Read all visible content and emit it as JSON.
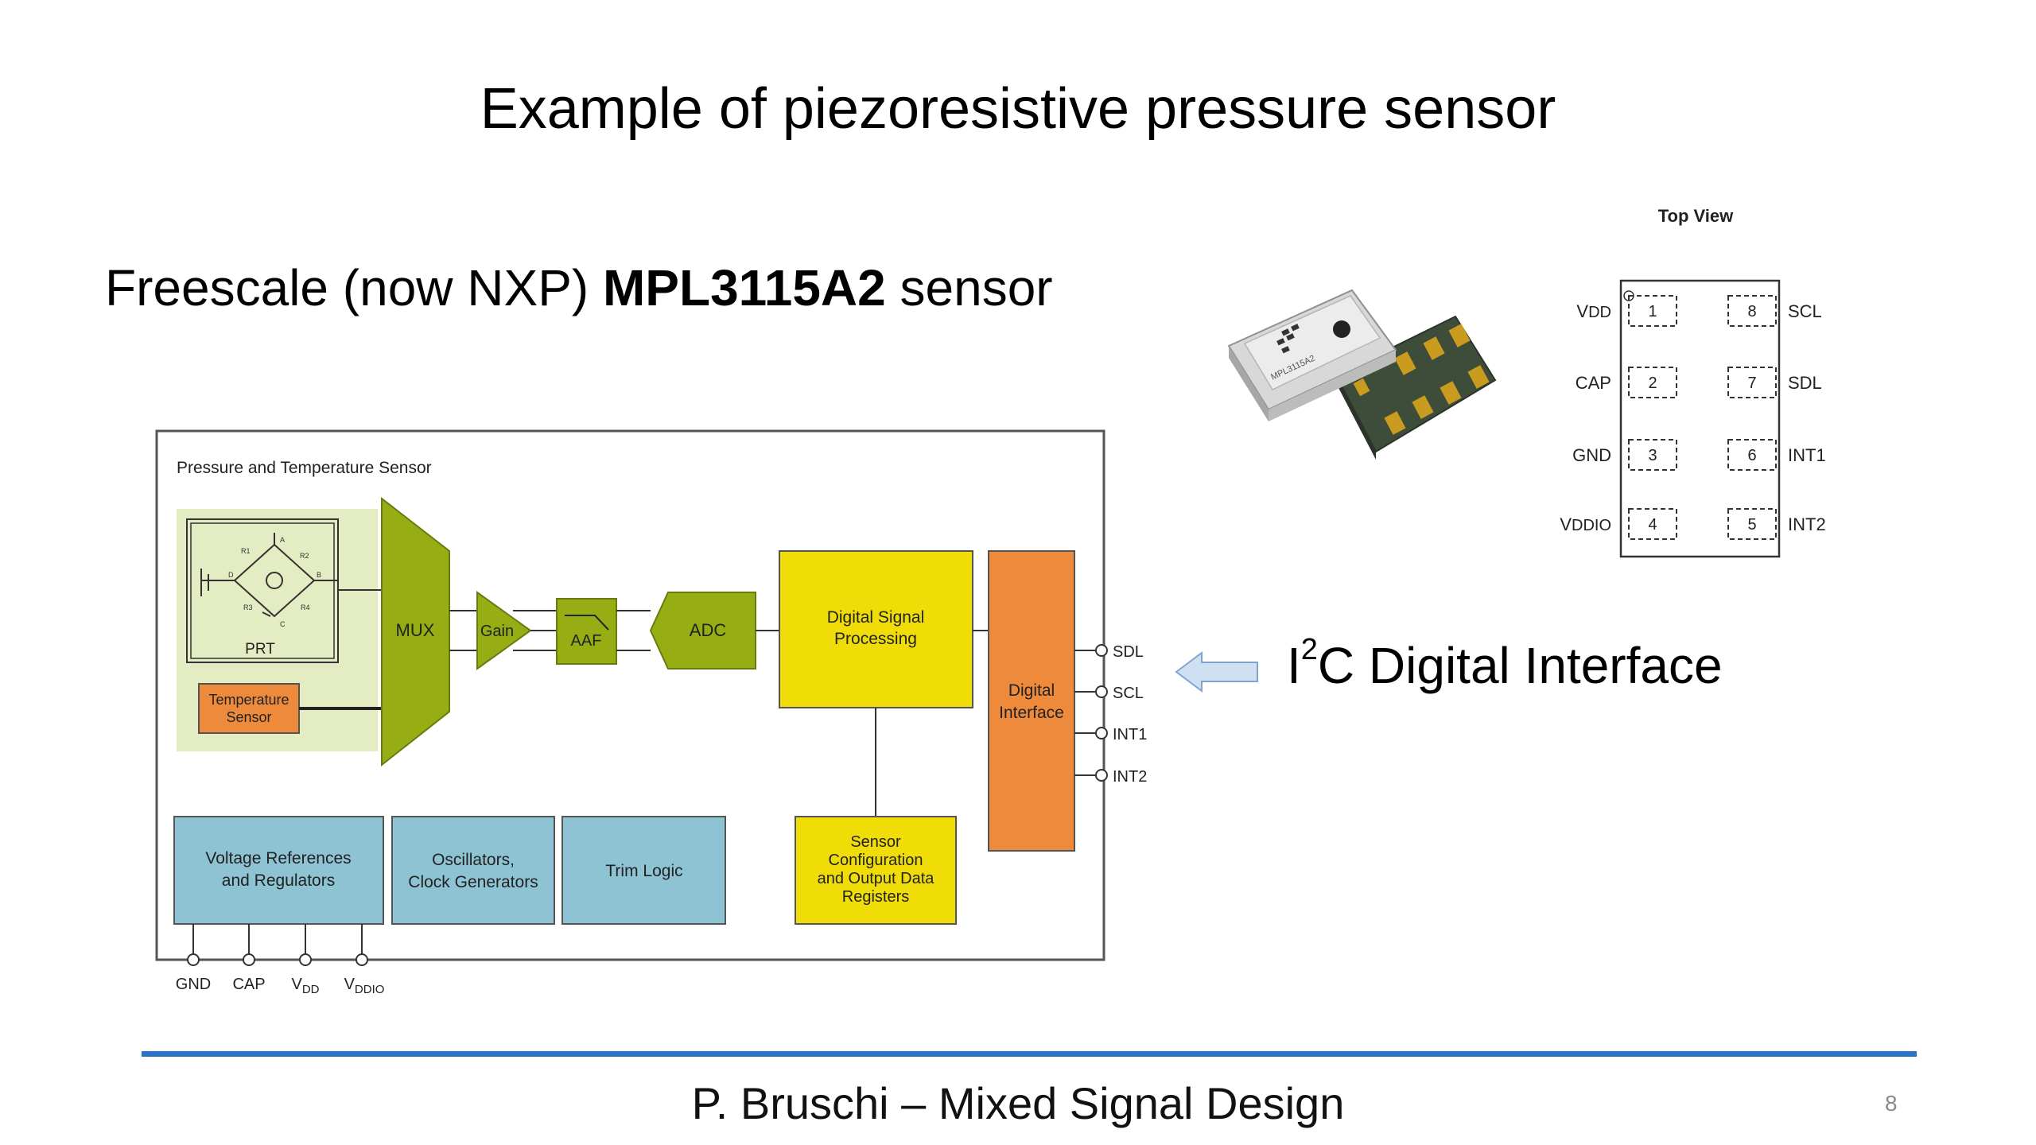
{
  "slide": {
    "title": "Example of piezoresistive pressure sensor",
    "subtitle_prefix": "Freescale (now NXP) ",
    "subtitle_bold": "MPL3115A2",
    "subtitle_suffix": " sensor",
    "i2c_prefix": "I",
    "i2c_sup": "2",
    "i2c_suffix": "C Digital Interface",
    "footer": "P. Bruschi – Mixed Signal Design",
    "page_number": "8"
  },
  "block_diagram": {
    "frame_title": "Pressure and Temperature Sensor",
    "prt_label": "PRT",
    "bridge_letters": [
      "R1",
      "R2",
      "R3",
      "R4",
      "A",
      "B",
      "C",
      "D"
    ],
    "temp_sensor": [
      "Temperature",
      "Sensor"
    ],
    "mux": "MUX",
    "gain": "Gain",
    "aaf": "AAF",
    "adc": "ADC",
    "dsp": [
      "Digital Signal",
      "Processing"
    ],
    "digital_interface": [
      "Digital",
      "Interface"
    ],
    "voltage_refs": [
      "Voltage References",
      "and Regulators"
    ],
    "oscillators": [
      "Oscillators,",
      "Clock Generators"
    ],
    "trim_logic": "Trim Logic",
    "sensor_config": [
      "Sensor",
      "Configuration",
      "and Output Data",
      "Registers"
    ],
    "pins_right": [
      "SDL",
      "SCL",
      "INT1",
      "INT2"
    ],
    "pins_bottom": [
      {
        "main": "GND",
        "sub": ""
      },
      {
        "main": "CAP",
        "sub": ""
      },
      {
        "main": "V",
        "sub": "DD"
      },
      {
        "main": "V",
        "sub": "DDIO"
      }
    ]
  },
  "chip_photo": {
    "marking": "MPL3115A2"
  },
  "pinout": {
    "title": "Top View",
    "left": [
      {
        "num": "1",
        "main": "V",
        "sub": "DD"
      },
      {
        "num": "2",
        "main": "CAP",
        "sub": ""
      },
      {
        "num": "3",
        "main": "GND",
        "sub": ""
      },
      {
        "num": "4",
        "main": "V",
        "sub": "DDIO"
      }
    ],
    "right": [
      {
        "num": "8",
        "label": "SCL"
      },
      {
        "num": "7",
        "label": "SDL"
      },
      {
        "num": "6",
        "label": "INT1"
      },
      {
        "num": "5",
        "label": "INT2"
      }
    ]
  },
  "colors": {
    "footer_line": "#2b74c5",
    "sensor_area": "#e3ecc2",
    "olive": "#97ad14",
    "yellow": "#f0dd07",
    "orange": "#ee8a3c",
    "blue_block": "#8ec3d4",
    "arrow": "#cfe0f3"
  }
}
